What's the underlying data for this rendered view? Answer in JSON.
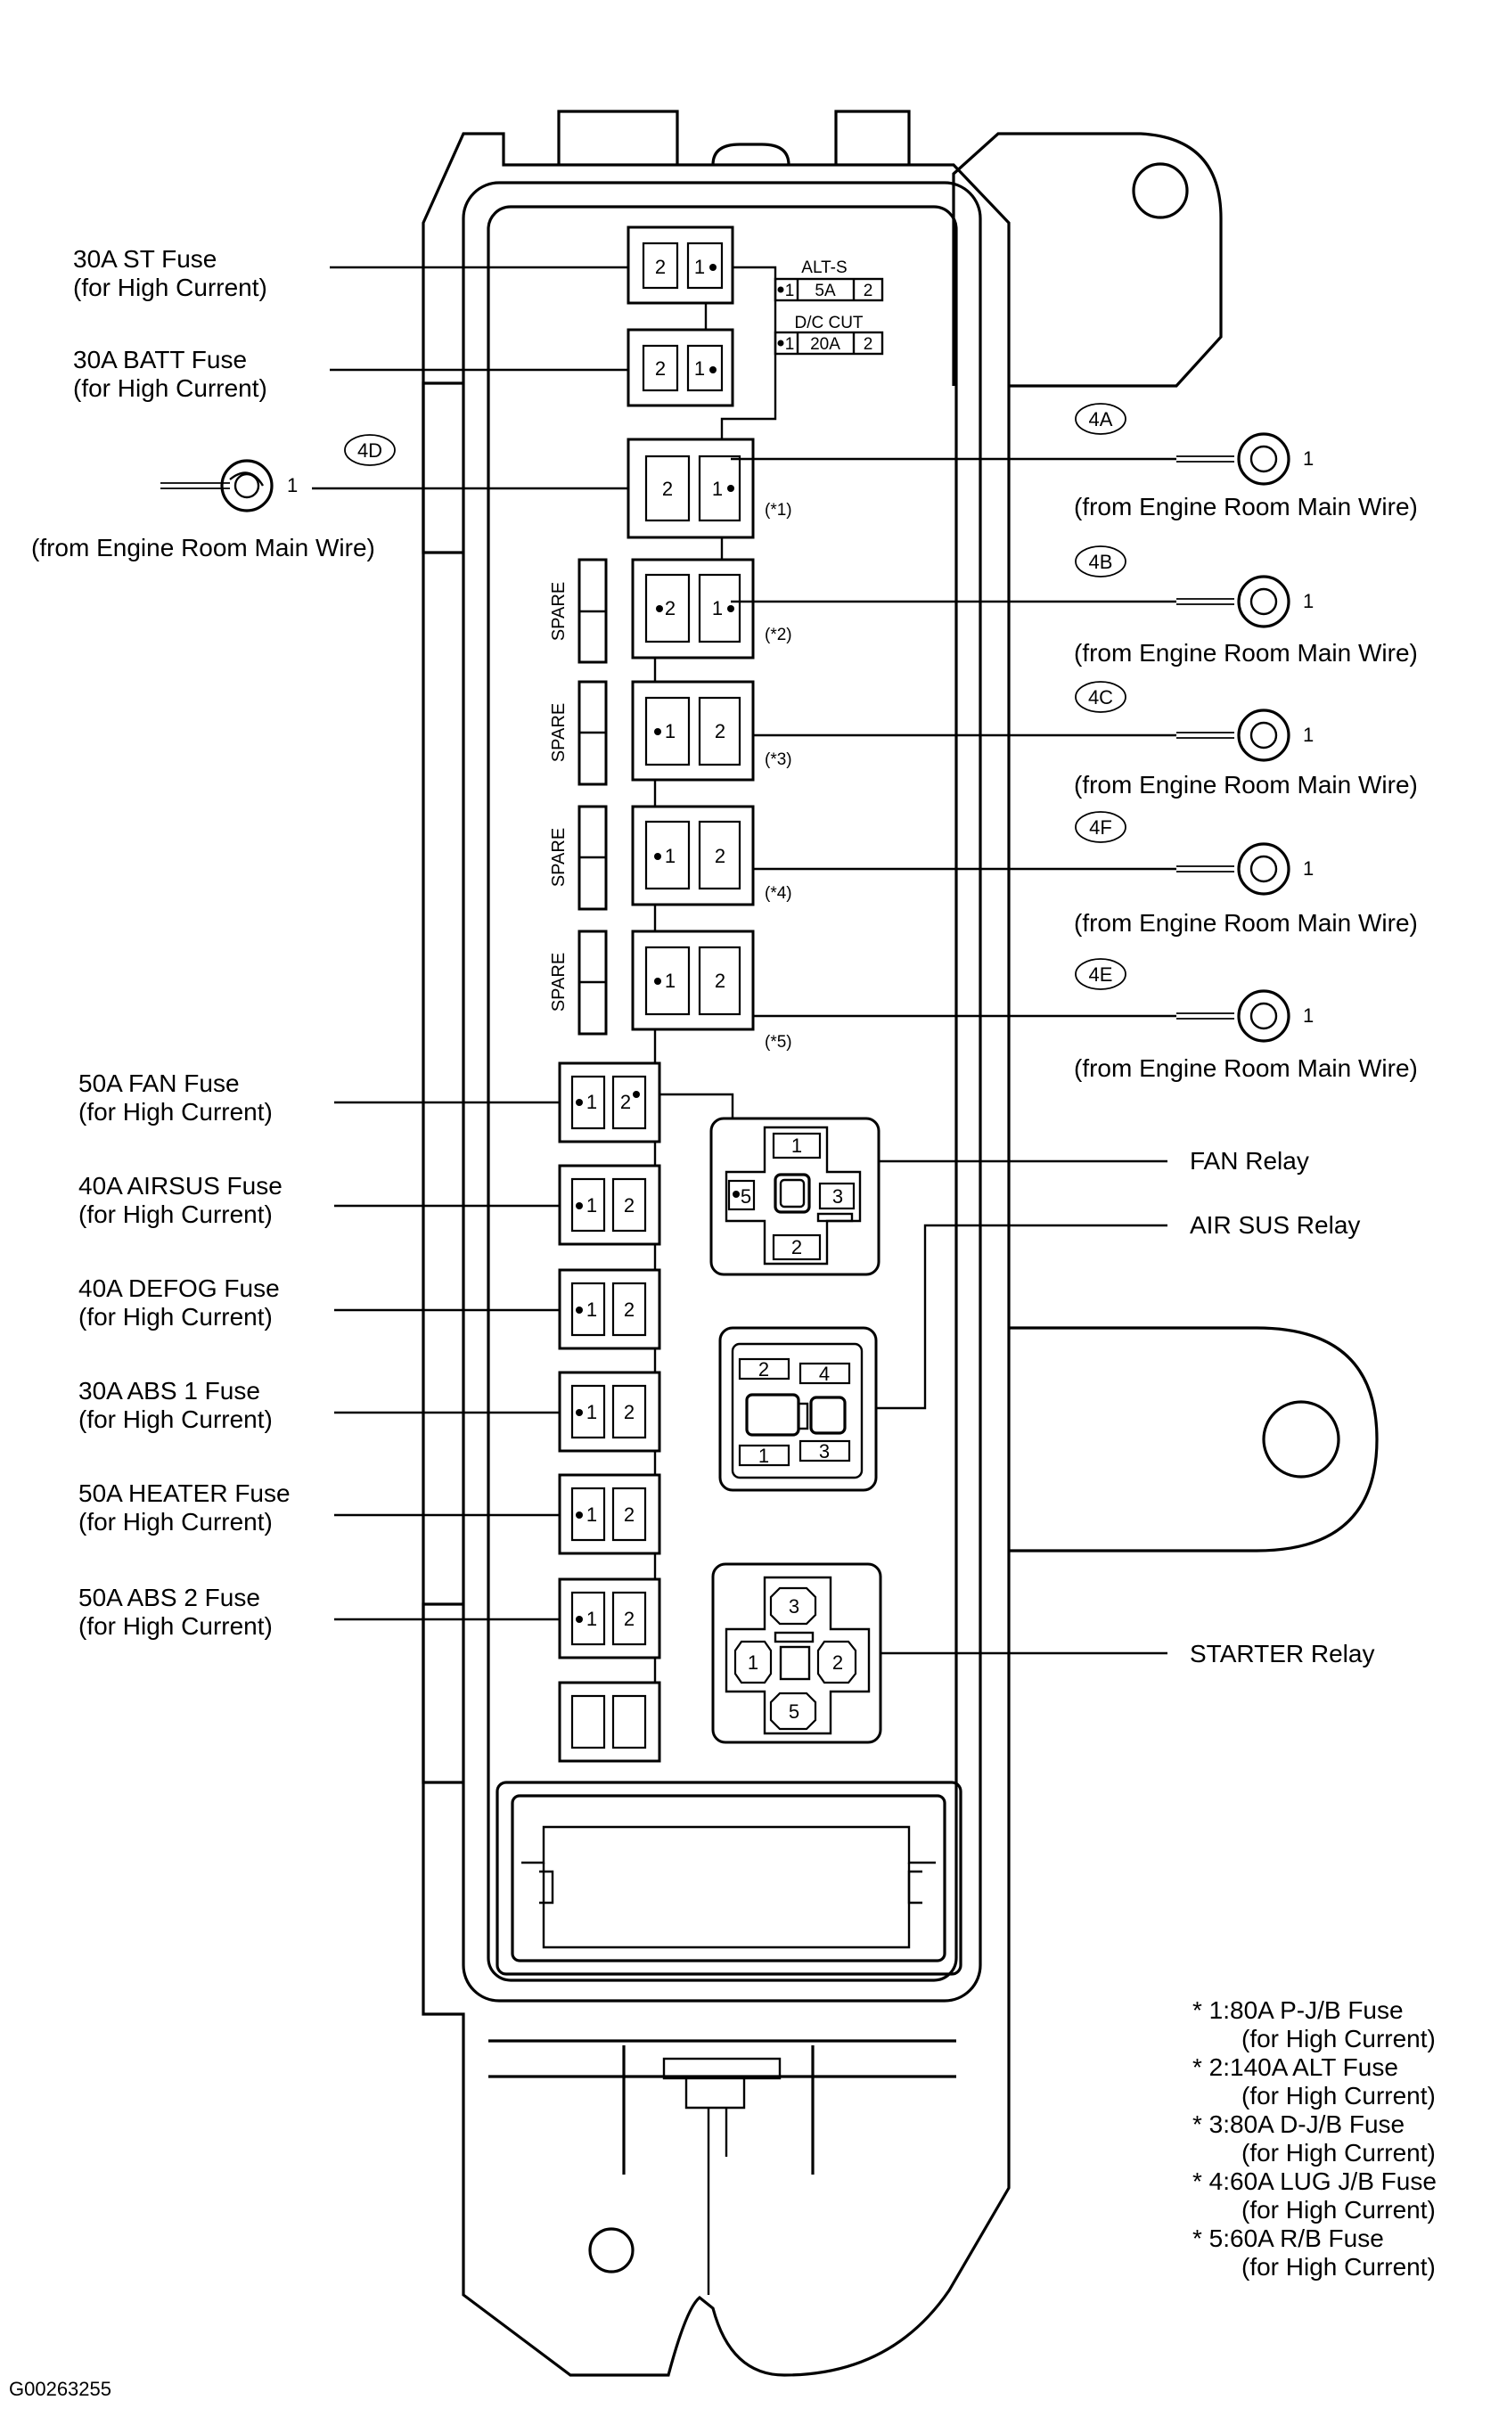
{
  "left_fuses_top": [
    {
      "line1": "30A ST Fuse",
      "line2": "(for High Current)"
    },
    {
      "line1": "30A BATT Fuse",
      "line2": "(for High Current)"
    }
  ],
  "small_fuses": [
    {
      "name": "ALT-S",
      "pin1": "1",
      "rating": "5A",
      "pin2": "2"
    },
    {
      "name": "D/C CUT",
      "pin1": "1",
      "rating": "20A",
      "pin2": "2"
    }
  ],
  "terminal_4d": {
    "code": "4D",
    "pin": "1",
    "label": "(from Engine Room Main Wire)"
  },
  "right_terminals": [
    {
      "code": "4A",
      "pin": "1",
      "label": "(from Engine Room Main Wire)",
      "mark": "(*1)"
    },
    {
      "code": "4B",
      "pin": "1",
      "label": "(from Engine Room Main Wire)",
      "mark": "(*2)"
    },
    {
      "code": "4C",
      "pin": "1",
      "label": "(from Engine Room Main Wire)",
      "mark": "(*3)"
    },
    {
      "code": "4F",
      "pin": "1",
      "label": "(from Engine Room Main Wire)",
      "mark": "(*4)"
    },
    {
      "code": "4E",
      "pin": "1",
      "label": "(from Engine Room Main Wire)",
      "mark": "(*5)"
    }
  ],
  "spare_label": "SPARE",
  "left_fuses_bottom": [
    {
      "line1": "50A FAN Fuse",
      "line2": "(for High Current)"
    },
    {
      "line1": "40A AIRSUS Fuse",
      "line2": "(for High Current)"
    },
    {
      "line1": "40A DEFOG Fuse",
      "line2": "(for High Current)"
    },
    {
      "line1": "30A ABS 1 Fuse",
      "line2": "(for High Current)"
    },
    {
      "line1": "50A HEATER Fuse",
      "line2": "(for High Current)"
    },
    {
      "line1": "50A ABS 2 Fuse",
      "line2": "(for High Current)"
    }
  ],
  "pins": {
    "p1": "1",
    "p2": "2",
    "p3": "3",
    "p4": "4",
    "p5": "5"
  },
  "relays": {
    "fan": "FAN Relay",
    "air_sus": "AIR SUS Relay",
    "starter": "STARTER Relay"
  },
  "footnotes": [
    {
      "line1": "* 1:80A P-J/B Fuse",
      "line2": "(for High Current)"
    },
    {
      "line1": "* 2:140A ALT Fuse",
      "line2": "(for High Current)"
    },
    {
      "line1": "* 3:80A D-J/B Fuse",
      "line2": "(for High Current)"
    },
    {
      "line1": "* 4:60A LUG J/B Fuse",
      "line2": "(for High Current)"
    },
    {
      "line1": "* 5:60A R/B Fuse",
      "line2": "(for High Current)"
    }
  ],
  "figure_id": "G00263255"
}
